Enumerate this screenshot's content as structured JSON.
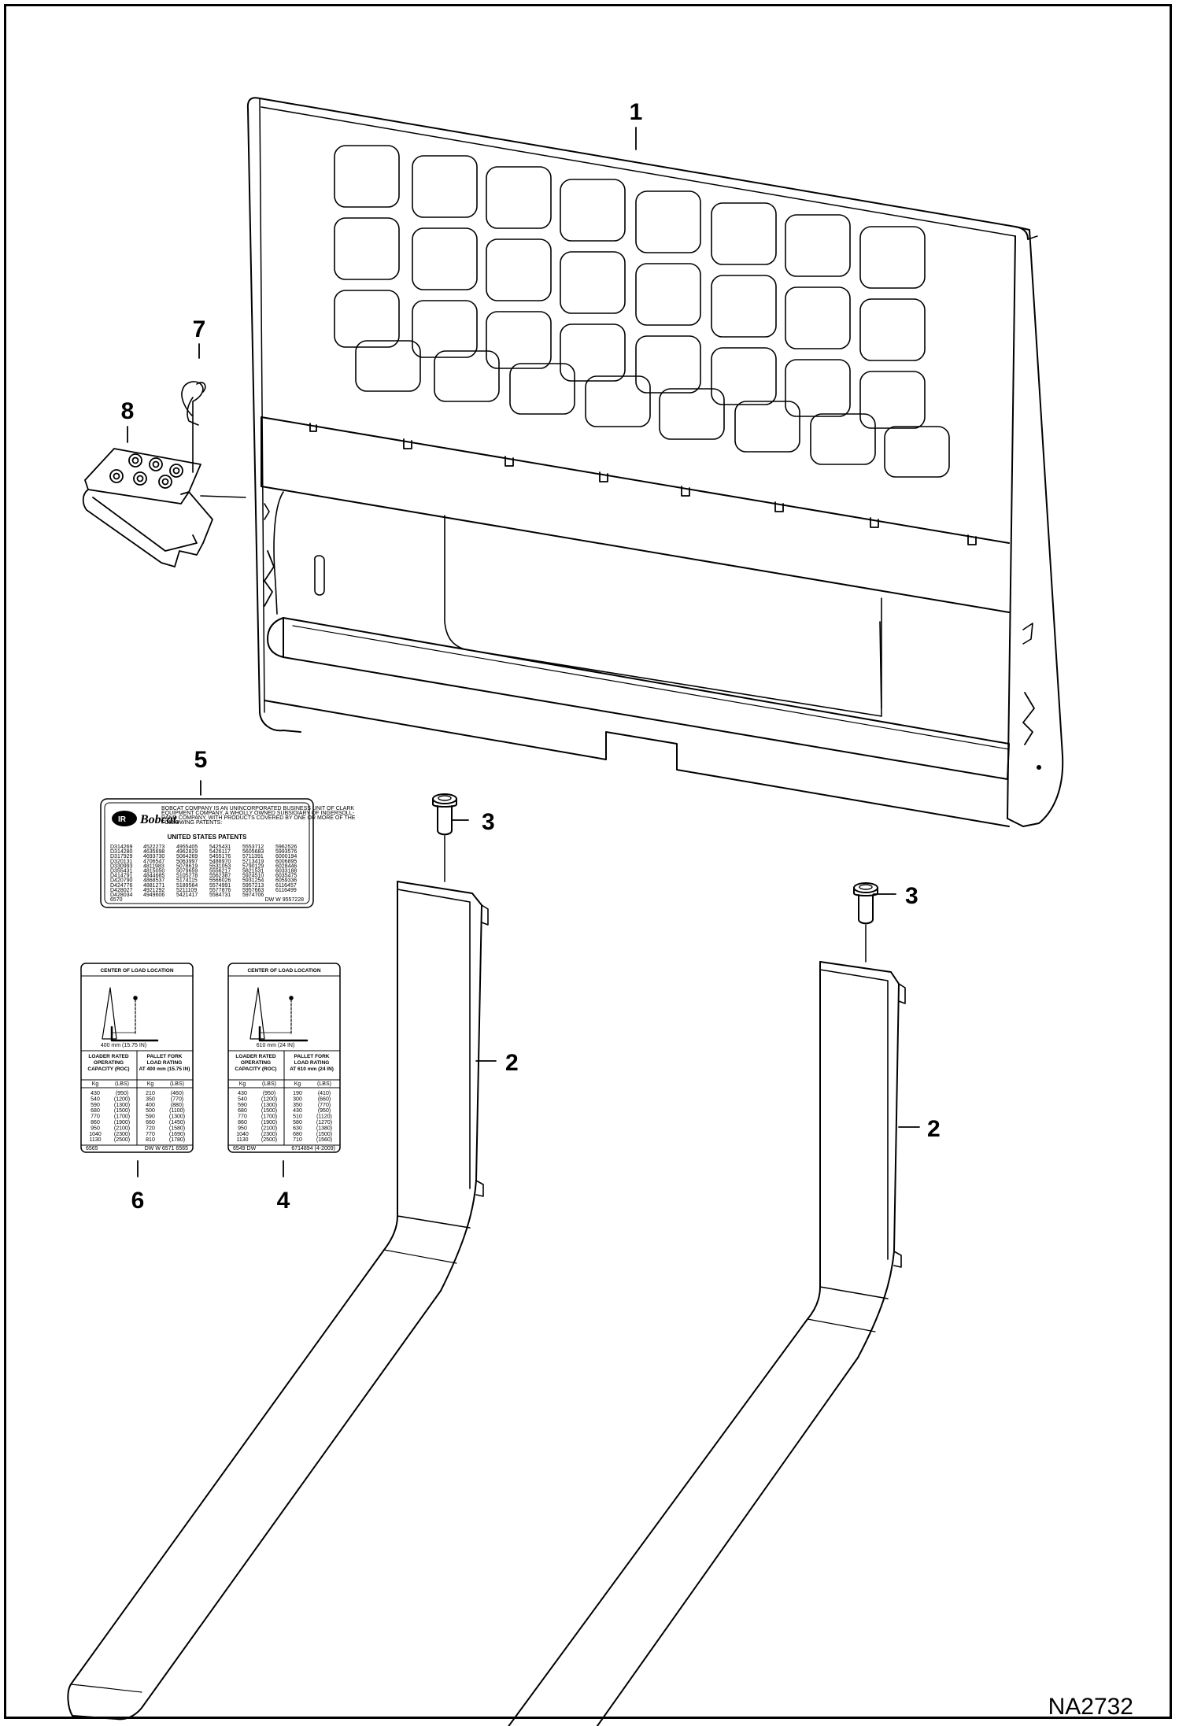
{
  "callouts": [
    {
      "id": "1",
      "text": "1"
    },
    {
      "id": "2a",
      "text": "2"
    },
    {
      "id": "2b",
      "text": "2"
    },
    {
      "id": "3a",
      "text": "3"
    },
    {
      "id": "3b",
      "text": "3"
    },
    {
      "id": "4",
      "text": "4"
    },
    {
      "id": "5",
      "text": "5"
    },
    {
      "id": "6",
      "text": "6"
    },
    {
      "id": "7",
      "text": "7"
    },
    {
      "id": "8",
      "text": "8"
    }
  ],
  "reference": "NA2732",
  "patent_decal": {
    "logo_mark": "IR",
    "logo_text": "Bobcat.",
    "intro": [
      "BOBCAT COMPANY IS AN UNINCORPORATED BUSINESS UNIT OF CLARK",
      "EQUIPMENT COMPANY, A WHOLLY OWNED SUBSIDIARY OF INGERSOLL-",
      "RAND COMPANY, WITH PRODUCTS COVERED BY ONE OR MORE OF THE",
      "FOLLOWING PATENTS:"
    ],
    "heading": "UNITED STATES PATENTS",
    "rows": [
      [
        "D314269",
        "4522273",
        "4955405",
        "5425431",
        "5553712",
        "5962526"
      ],
      [
        "D314280",
        "4635698",
        "4962829",
        "5426117",
        "5605683",
        "5993576"
      ],
      [
        "D317929",
        "4693730",
        "5064269",
        "5455176",
        "5711391",
        "6000194"
      ],
      [
        "D320131",
        "4706547",
        "5063997",
        "5488970",
        "5713419",
        "6006895"
      ],
      [
        "D330993",
        "4811983",
        "5078619",
        "5531053",
        "5790129",
        "6028446"
      ],
      [
        "D355431",
        "4815050",
        "5079659",
        "5556217",
        "5821531",
        "6033188"
      ],
      [
        "D414791",
        "4844685",
        "5105278",
        "5562387",
        "5924510",
        "6035475"
      ],
      [
        "D420790",
        "4868537",
        "5174115",
        "5566026",
        "5931254",
        "6059336"
      ],
      [
        "D424776",
        "4881271",
        "5189564",
        "5574991",
        "5957213",
        "6116457"
      ],
      [
        "D428027",
        "4921292",
        "5211109",
        "5577876",
        "5957663",
        "6116499"
      ],
      [
        "D428034",
        "4949606",
        "5421417",
        "5584731",
        "5974706",
        ""
      ]
    ],
    "footer_left": "6570",
    "footer_right": "DW W 9557228"
  },
  "load_decal_left": {
    "title": "CENTER OF LOAD LOCATION",
    "dimension": "400 mm (15.75 IN)",
    "col1_head": [
      "LOADER RATED",
      "OPERATING",
      "CAPACITY (ROC)"
    ],
    "col2_head": [
      "PALLET FORK",
      "LOAD RATING",
      "AT 400 mm (15.75 IN)"
    ],
    "units": [
      "Kg",
      "(LBS)",
      "Kg",
      "(LBS)"
    ],
    "rows": [
      [
        "430",
        "(950)",
        "210",
        "(460)"
      ],
      [
        "540",
        "(1200)",
        "350",
        "(770)"
      ],
      [
        "590",
        "(1300)",
        "400",
        "(880)"
      ],
      [
        "680",
        "(1500)",
        "500",
        "(1100)"
      ],
      [
        "770",
        "(1700)",
        "590",
        "(1300)"
      ],
      [
        "860",
        "(1900)",
        "660",
        "(1450)"
      ],
      [
        "950",
        "(2100)",
        "720",
        "(1580)"
      ],
      [
        "1040",
        "(2300)",
        "770",
        "(1690)"
      ],
      [
        "1130",
        "(2500)",
        "810",
        "(1780)"
      ]
    ],
    "footer_left": "6565",
    "footer_right": "DW W 6571 6565"
  },
  "load_decal_right": {
    "title": "CENTER OF LOAD LOCATION",
    "dimension": "610 mm (24 IN)",
    "col1_head": [
      "LOADER RATED",
      "OPERATING",
      "CAPACITY (ROC)"
    ],
    "col2_head": [
      "PALLET FORK",
      "LOAD RATING",
      "AT 610 mm (24 IN)"
    ],
    "units": [
      "Kg",
      "(LBS)",
      "Kg",
      "(LBS)"
    ],
    "rows": [
      [
        "430",
        "(950)",
        "190",
        "(410)"
      ],
      [
        "540",
        "(1200)",
        "300",
        "(660)"
      ],
      [
        "590",
        "(1300)",
        "350",
        "(770)"
      ],
      [
        "680",
        "(1500)",
        "430",
        "(950)"
      ],
      [
        "770",
        "(1700)",
        "510",
        "(1120)"
      ],
      [
        "860",
        "(1900)",
        "580",
        "(1270)"
      ],
      [
        "950",
        "(2100)",
        "630",
        "(1380)"
      ],
      [
        "1040",
        "(2300)",
        "680",
        "(1500)"
      ],
      [
        "1130",
        "(2500)",
        "710",
        "(1560)"
      ]
    ],
    "footer_left": "6549 DW",
    "footer_right": "6714894 (4-2009)"
  }
}
